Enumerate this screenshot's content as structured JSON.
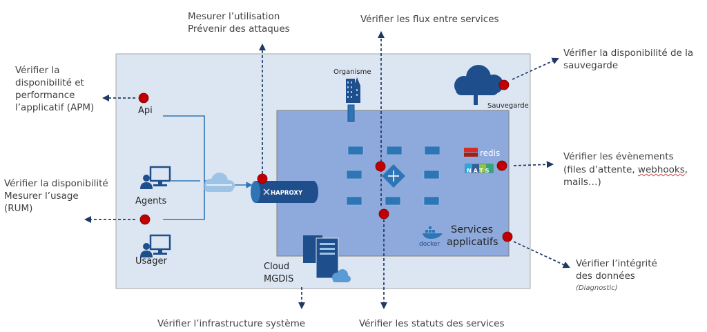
{
  "labels": {
    "apm": [
      "Vérifier la",
      "disponibilité et",
      "performance",
      "l’applicatif (APM)"
    ],
    "rum": [
      "Vérifier la disponibilité",
      "Mesurer l’usage",
      "(RUM)"
    ],
    "usage_top": [
      "Mesurer l’utilisation",
      "Prévenir des attaques"
    ],
    "flux": "Vérifier les flux entre services",
    "backup": [
      "Vérifier la disponibilité de la",
      "sauvegarde"
    ],
    "events": {
      "line1": "Vérifier les évènements",
      "line2_prefix": "(files d’attente, ",
      "line2_underlined": "webhooks",
      "line2_suffix": ",",
      "line3": "mails…)"
    },
    "integrity": [
      "Vérifier l’intégrité",
      "des données"
    ],
    "integrity_note": "(Diagnostic)",
    "infra": "Vérifier l’infrastructure système",
    "statuses": "Vérifier les statuts des services"
  },
  "nodes": {
    "api": "Api",
    "agents": "Agents",
    "usager": "Usager",
    "organisme": "Organisme",
    "sauvegarde": "Sauvegarde",
    "haproxy": "HAPROXY",
    "redis": "redis",
    "nats": "NATS",
    "docker": "docker",
    "services": [
      "Services",
      "applicatifs"
    ],
    "cloud": [
      "Cloud",
      "MGDIS"
    ]
  },
  "colors": {
    "outer_box": "#dce6f2",
    "inner_box": "#8ea9db",
    "icon_blue": "#1f4e8c",
    "red_dot": "#c00000",
    "arrow": "#1f3864",
    "container": "#2e75b6"
  }
}
